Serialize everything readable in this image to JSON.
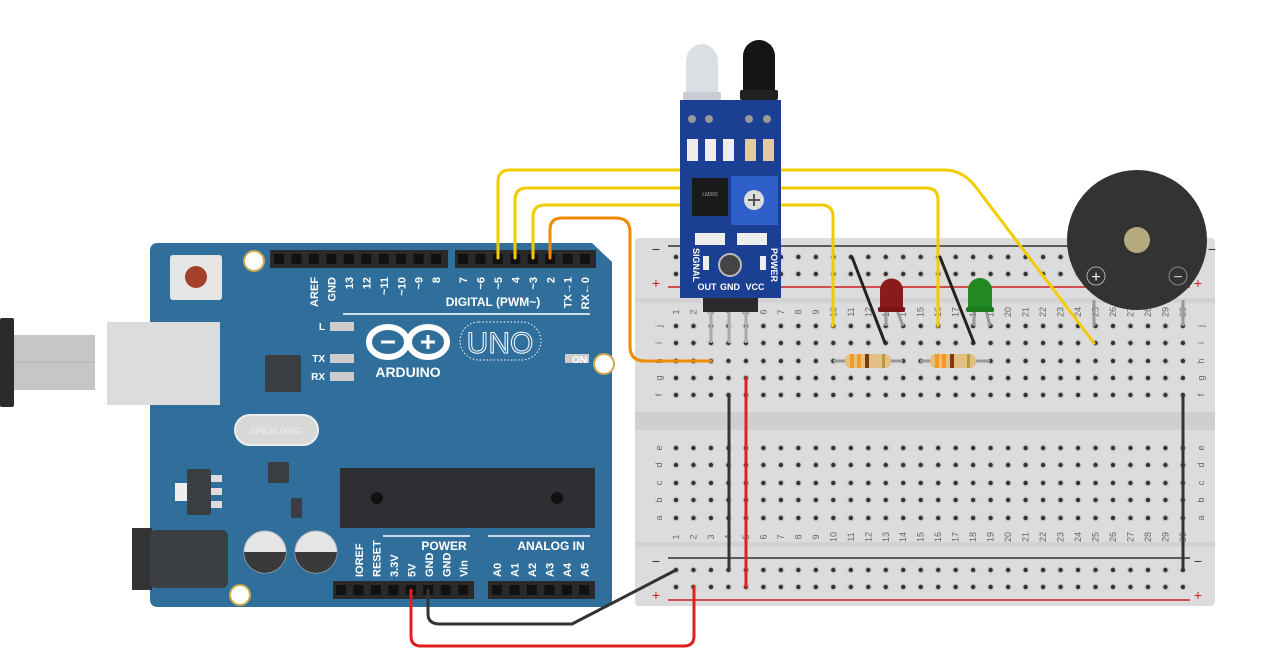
{
  "arduino": {
    "brand": "ARDUINO",
    "model": "UNO",
    "digital_label": "DIGITAL (PWM~)",
    "power_label": "POWER",
    "analog_label": "ANALOG IN",
    "on_label": "ON",
    "led_labels": [
      "L",
      "TX",
      "RX"
    ],
    "crystal": "SPK16.000G",
    "digital_pins_left": [
      "AREF",
      "GND",
      "13",
      "12",
      "~11",
      "~10",
      "~9",
      "8"
    ],
    "digital_pins_right": [
      "7",
      "~6",
      "~5",
      "4",
      "~3",
      "2",
      "TX→1",
      "RX←0"
    ],
    "power_pins": [
      "IOREF",
      "RESET",
      "3.3V",
      "5V",
      "GND",
      "GND",
      "Vin"
    ],
    "analog_pins": [
      "A0",
      "A1",
      "A2",
      "A3",
      "A4",
      "A5"
    ],
    "board_color": "#306f9c"
  },
  "sensor": {
    "pins": [
      "OUT",
      "GND",
      "VCC"
    ],
    "signal_label": "SIGNAL",
    "power_label": "POWER",
    "chip": "LM393",
    "board_color": "#1b3f93"
  },
  "breadboard": {
    "columns": [
      "1",
      "2",
      "3",
      "4",
      "5",
      "6",
      "7",
      "8",
      "9",
      "10",
      "11",
      "12",
      "13",
      "14",
      "15",
      "16",
      "17",
      "18",
      "19",
      "20",
      "21",
      "22",
      "23",
      "24",
      "25",
      "26",
      "27",
      "28",
      "29",
      "30"
    ],
    "rows_top": [
      "j",
      "i",
      "h",
      "g",
      "f"
    ],
    "rows_bottom": [
      "e",
      "d",
      "c",
      "b",
      "a"
    ],
    "rail_minus": "−",
    "rail_plus": "+"
  },
  "buzzer": {
    "plus": "+",
    "minus": "−"
  },
  "leds": [
    {
      "color": "red",
      "hex": "#8b1a1a"
    },
    {
      "color": "green",
      "hex": "#228822"
    }
  ],
  "wire_colors": {
    "signal": "#f2cc00",
    "trigger": "#f08a00",
    "ground": "#333333",
    "power": "#e02020"
  }
}
